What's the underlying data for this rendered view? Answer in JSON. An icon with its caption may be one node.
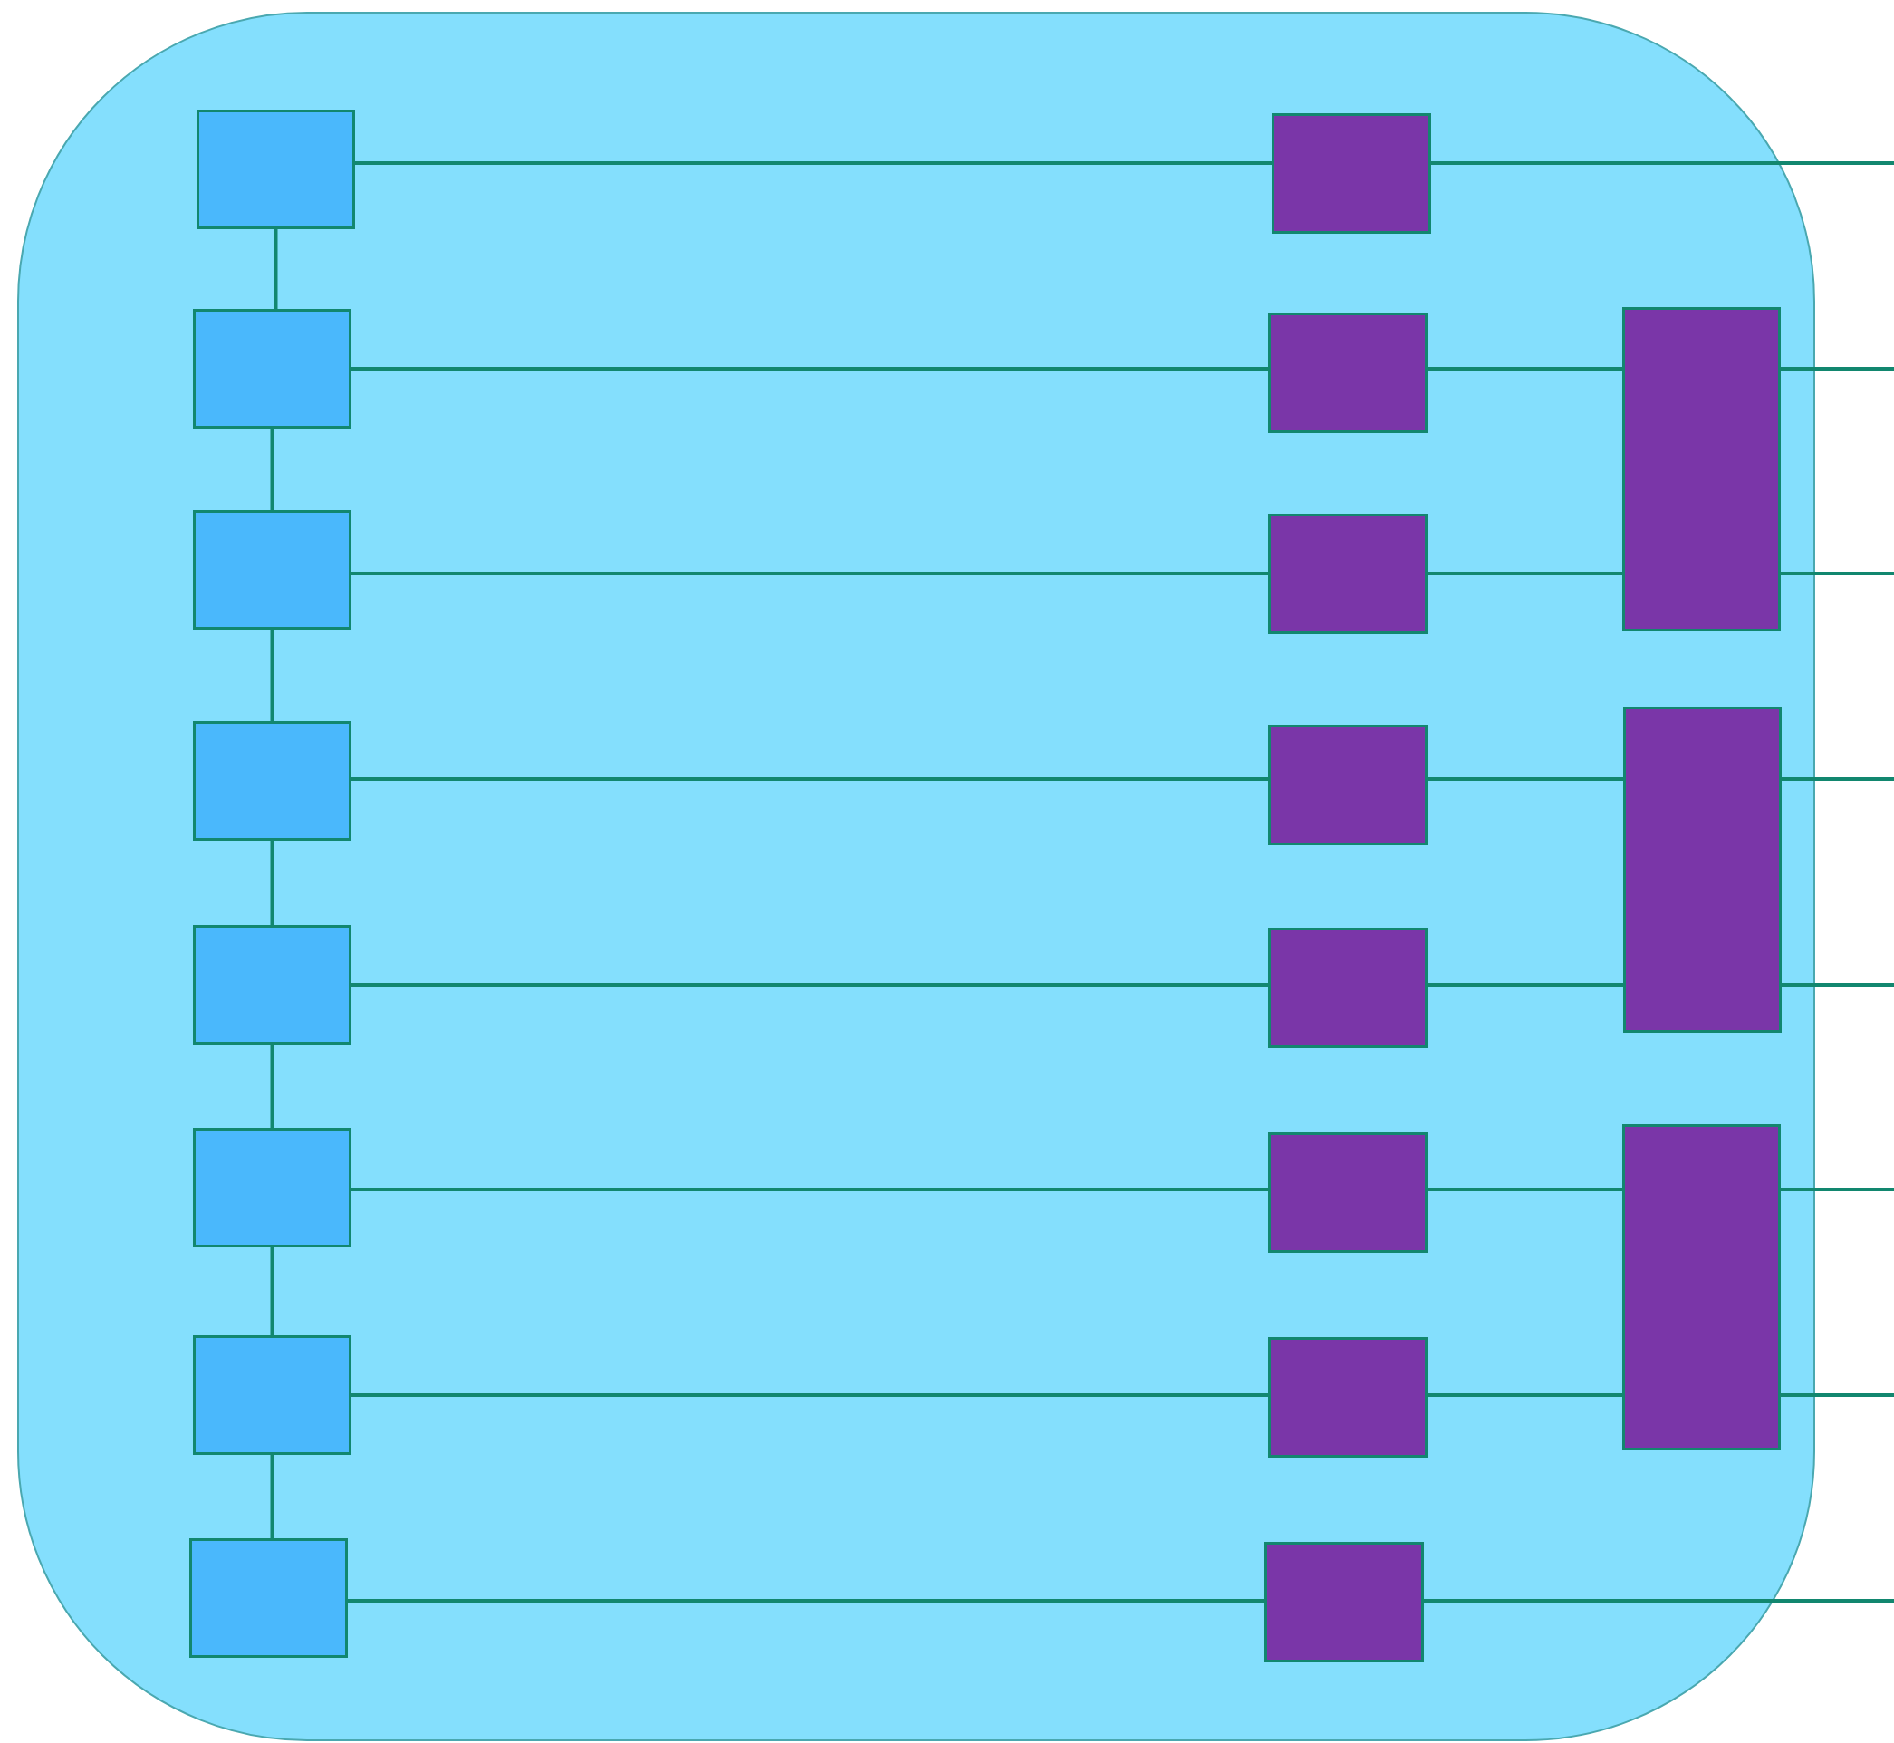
{
  "diagram": {
    "nodes": [
      {
        "text": [],
        "shape": "box"
      },
      {
        "text": [],
        "shape": "box",
        "in": 0
      },
      {
        "text": [],
        "shape": "box",
        "in": 0
      },
      {
        "text": [],
        "shape": "box",
        "in": 0
      },
      {
        "text": [],
        "shape": "box",
        "in": 0
      },
      {
        "text": [],
        "shape": "box",
        "in": 0
      },
      {
        "text": [],
        "shape": "box",
        "in": 0
      },
      {
        "text": [],
        "shape": "box",
        "in": 0
      },
      {
        "text": [],
        "shape": "box",
        "in": 0
      },
      {
        "text": [],
        "shape": "box",
        "in": 0
      },
      {
        "text": [],
        "shape": "box",
        "in": 0
      },
      {
        "text": [],
        "shape": "box",
        "in": 0
      },
      {
        "text": [],
        "shape": "box",
        "in": 0
      },
      {
        "text": [],
        "shape": "box",
        "in": 0
      },
      {
        "text": [],
        "shape": "box",
        "in": 0
      },
      {
        "text": [],
        "shape": "box",
        "in": 0
      },
      {
        "text": [],
        "shape": "box",
        "in": 0
      },
      {
        "text": [],
        "shape": "box",
        "in": 0
      },
      {
        "text": [],
        "shape": "box",
        "in": 0
      },
      {
        "text": [],
        "shape": "box",
        "in": 0
      }
    ],
    "edges": [
      {
        "from": 1,
        "to": 2,
        "arrow": "none"
      },
      {
        "from": 2,
        "to": 3,
        "arrow": "none"
      },
      {
        "from": 3,
        "to": 4,
        "arrow": "none"
      },
      {
        "from": 4,
        "to": 5,
        "arrow": "none"
      },
      {
        "from": 5,
        "to": 6,
        "arrow": "none"
      },
      {
        "from": 6,
        "to": 7,
        "arrow": "none"
      },
      {
        "from": 7,
        "to": 8,
        "arrow": "none"
      },
      {
        "from": 1,
        "to": 9,
        "arrow": "none"
      },
      {
        "from": 2,
        "to": 10,
        "arrow": "none"
      },
      {
        "from": 3,
        "to": 11,
        "arrow": "none"
      },
      {
        "from": 4,
        "to": 12,
        "arrow": "none"
      },
      {
        "from": 5,
        "to": 13,
        "arrow": "none"
      },
      {
        "from": 6,
        "to": 14,
        "arrow": "none"
      },
      {
        "from": 7,
        "to": 15,
        "arrow": "none"
      },
      {
        "from": 8,
        "to": 16,
        "arrow": "none"
      },
      {
        "from": 9,
        "to": null,
        "arrow": "none"
      },
      {
        "from": 10,
        "to": 17,
        "arrow": "none"
      },
      {
        "from": 11,
        "to": 17,
        "arrow": "none"
      },
      {
        "from": 12,
        "to": 18,
        "arrow": "none"
      },
      {
        "from": 13,
        "to": 18,
        "arrow": "none"
      },
      {
        "from": 14,
        "to": 19,
        "arrow": "none"
      },
      {
        "from": 15,
        "to": 19,
        "arrow": "none"
      },
      {
        "from": 16,
        "to": null,
        "arrow": "none"
      },
      {
        "from": 17,
        "to": null,
        "arrow": "none"
      },
      {
        "from": 17,
        "to": null,
        "arrow": "none"
      },
      {
        "from": 18,
        "to": null,
        "arrow": "none"
      },
      {
        "from": 18,
        "to": null,
        "arrow": "none"
      },
      {
        "from": 19,
        "to": null,
        "arrow": "none"
      },
      {
        "from": 19,
        "to": null,
        "arrow": "none"
      }
    ]
  }
}
